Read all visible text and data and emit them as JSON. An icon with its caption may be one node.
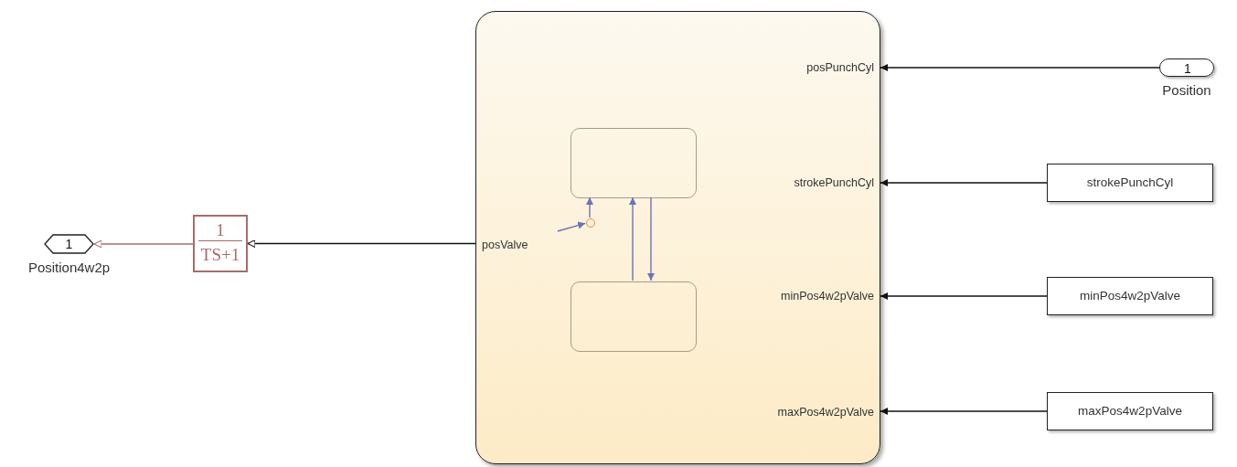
{
  "diagram": {
    "nodes": [
      {
        "text": [
          "posPunchCyl",
          "strokePunchCyl",
          "minPos4w2pValve",
          "maxPos4w2pValve",
          "posValve"
        ]
      },
      {
        "text": [],
        "shape": "box",
        "in": 0
      },
      {
        "text": [],
        "shape": "box",
        "in": 0
      },
      {
        "text": [],
        "shape": "circle",
        "in": 0
      },
      {
        "text": [
          "1"
        ],
        "beside": [
          "Position"
        ]
      },
      {
        "text": [
          "strokePunchCyl"
        ]
      },
      {
        "text": [
          "minPos4w2pValve"
        ]
      },
      {
        "text": [
          "maxPos4w2pValve"
        ]
      },
      {
        "text": [
          "1",
          "TS+1"
        ]
      },
      {
        "text": [
          "1"
        ],
        "beside": [
          "Position4w2p"
        ]
      }
    ],
    "edges": [
      {
        "from": 4,
        "to": 0,
        "arrow": "to"
      },
      {
        "from": 5,
        "to": 0,
        "arrow": "to"
      },
      {
        "from": 6,
        "to": 0,
        "arrow": "to"
      },
      {
        "from": 7,
        "to": 0,
        "arrow": "to"
      },
      {
        "from": 0,
        "to": 8,
        "arrow": "to"
      },
      {
        "from": 8,
        "to": 9,
        "arrow": "to",
        "color": "#a86b6b"
      },
      {
        "from": 2,
        "to": 1,
        "arrow": "to",
        "color": "#6b73b8"
      },
      {
        "from": 1,
        "to": 2,
        "arrow": "to",
        "color": "#6b73b8"
      },
      {
        "from": null,
        "to": 3,
        "arrow": "to",
        "color": "#6b73b8"
      },
      {
        "from": 3,
        "to": 1,
        "arrow": "to",
        "color": "#6b73b8"
      }
    ]
  }
}
